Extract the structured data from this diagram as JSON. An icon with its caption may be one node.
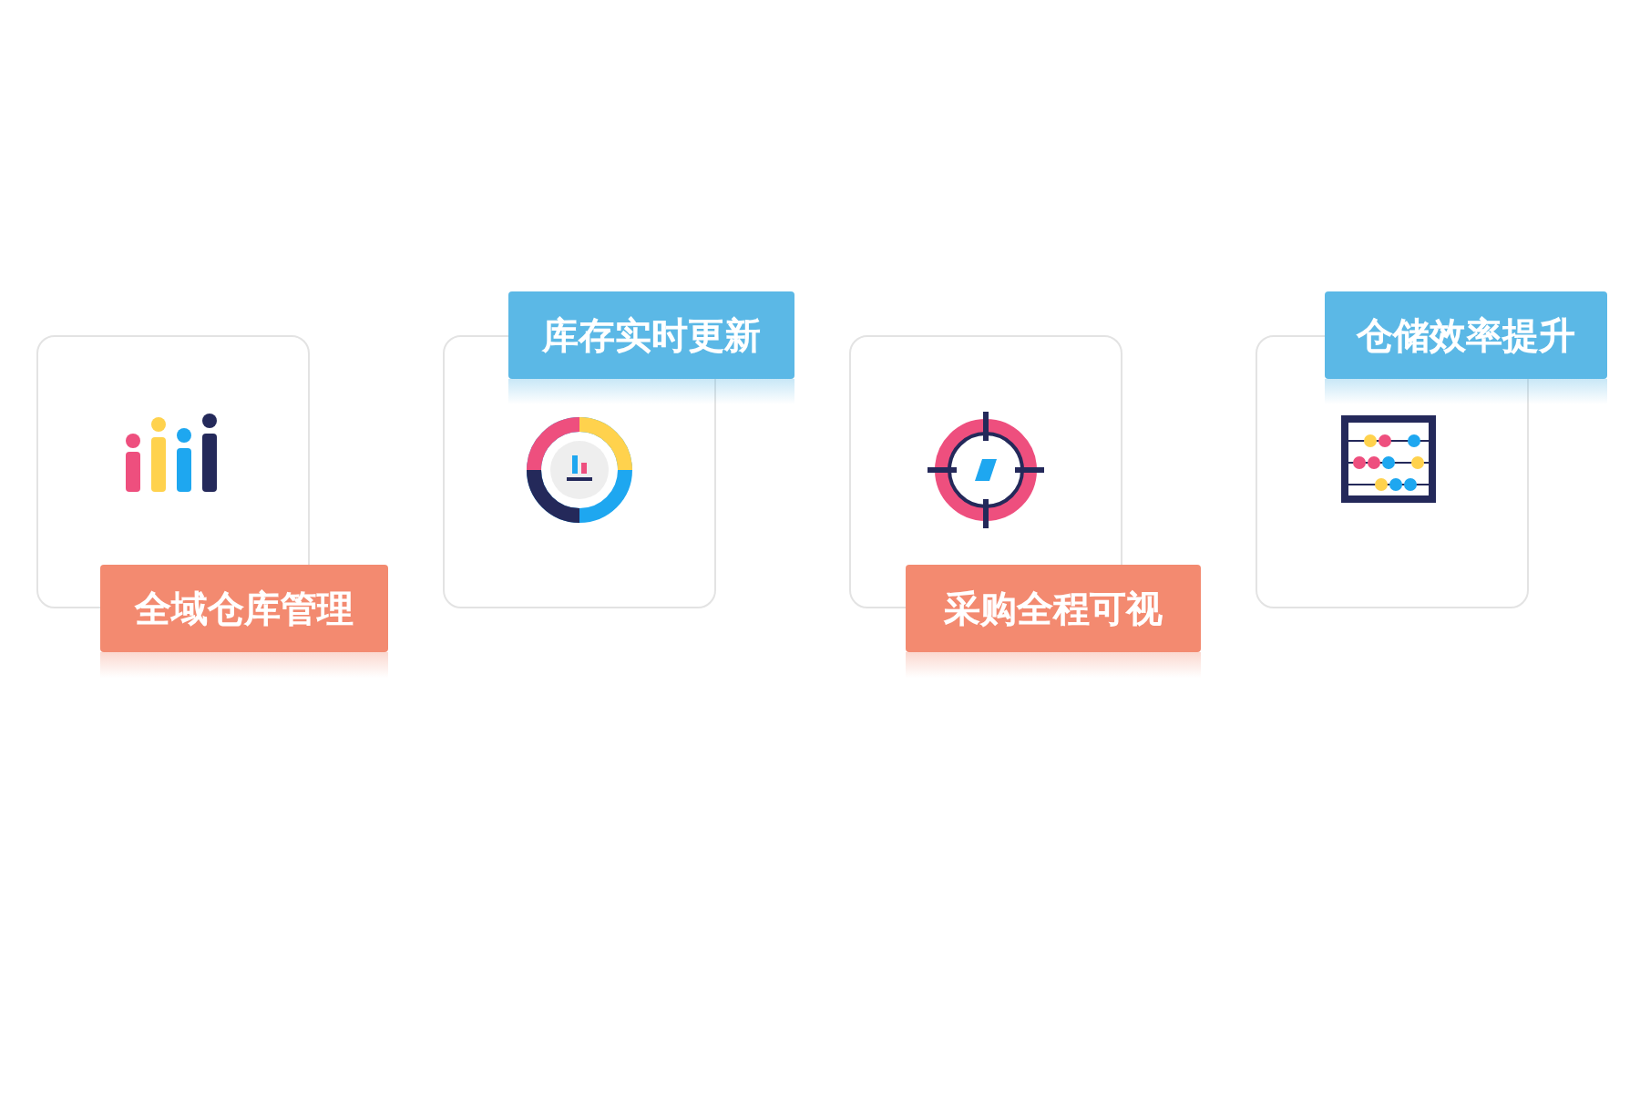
{
  "diagram": {
    "nodes": [
      {
        "text": [
          "全域仓库管理"
        ]
      },
      {
        "text": [
          "库存实时更新"
        ]
      },
      {
        "text": [
          "采购全程可视"
        ]
      },
      {
        "text": [
          "仓储效率提升"
        ]
      }
    ]
  }
}
